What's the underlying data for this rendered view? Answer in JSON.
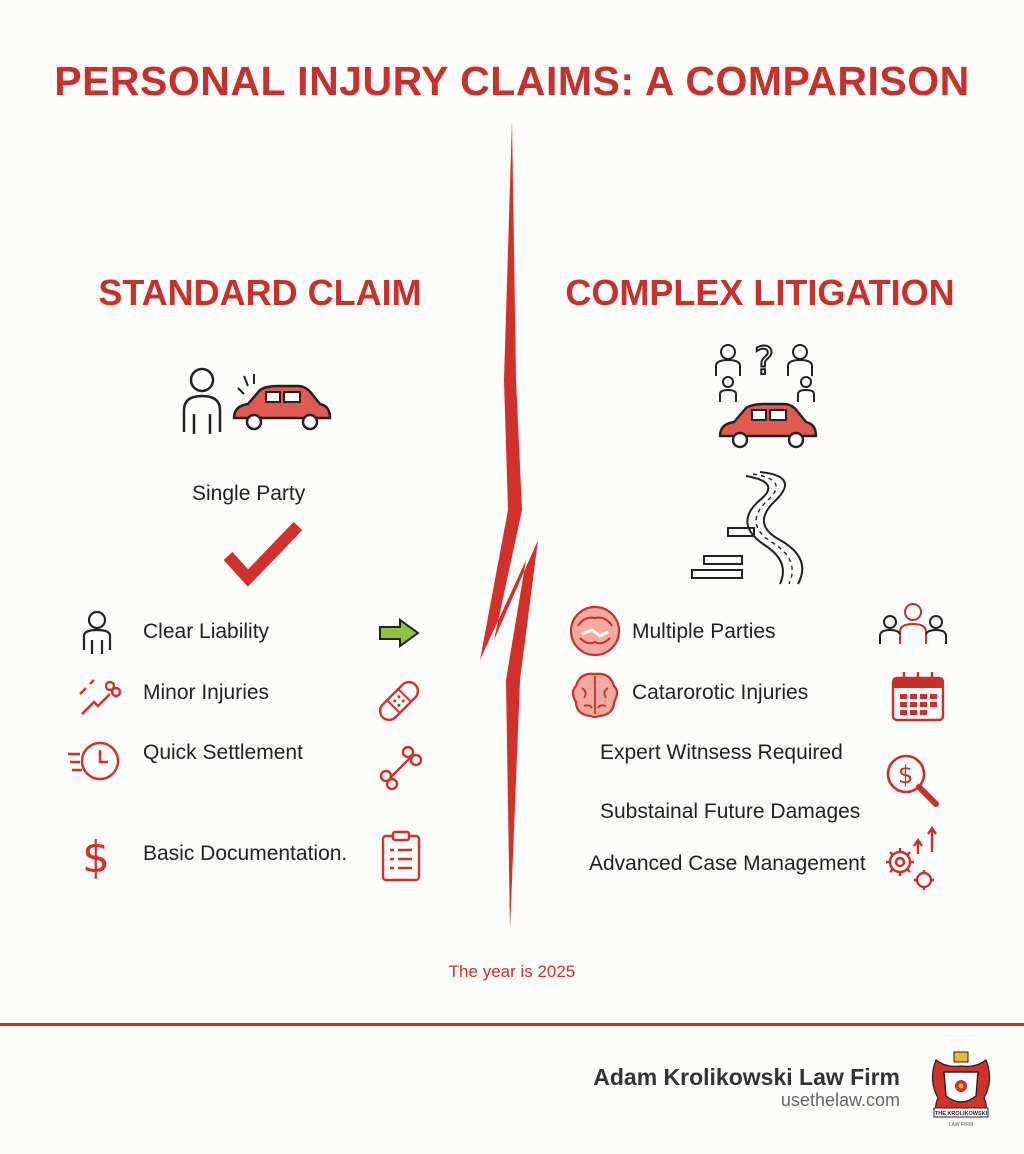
{
  "title": "PERSONAL INJURY CLAIMS: A COMPARISON",
  "standard": {
    "heading": "STANDARD CLAIM",
    "subheading": "Single Party",
    "items": [
      {
        "label": "Clear Liability",
        "icon": "person-icon",
        "right_icon": "arrow-right-icon"
      },
      {
        "label": "Minor Injuries",
        "icon": "broken-bone-icon",
        "right_icon": "bandage-icon"
      },
      {
        "label": "Quick Settlement",
        "icon": "fast-clock-icon",
        "right_icon": "bone-icon"
      },
      {
        "label": "Basic Documentation.",
        "icon": "dollar-icon",
        "right_icon": "clipboard-icon"
      }
    ]
  },
  "complex": {
    "heading": "COMPLEX LITIGATION",
    "items": [
      {
        "label": "Multiple Parties",
        "icon": "brain-handshake-icon",
        "right_icon": "group-icon"
      },
      {
        "label": "Catarorotic Injuries",
        "icon": "brain-icon",
        "right_icon": "calendar-icon"
      },
      {
        "label": "Expert Witnsess Required",
        "right_icon": "magnifier-dollar-icon"
      },
      {
        "label": "Substainal Future Damages"
      },
      {
        "label": "Advanced Case Management",
        "right_icon": "gears-growth-icon"
      }
    ]
  },
  "footer": {
    "year_note": "The year is 2025",
    "firm_name": "Adam Krolikowski Law Firm",
    "firm_url": "usethelaw.com",
    "logo_text": "THE KROLIKOWSKI",
    "logo_subtext": "LAW FIRM"
  },
  "colors": {
    "accent": "#c9302c",
    "arrow": "#8cc43c"
  }
}
